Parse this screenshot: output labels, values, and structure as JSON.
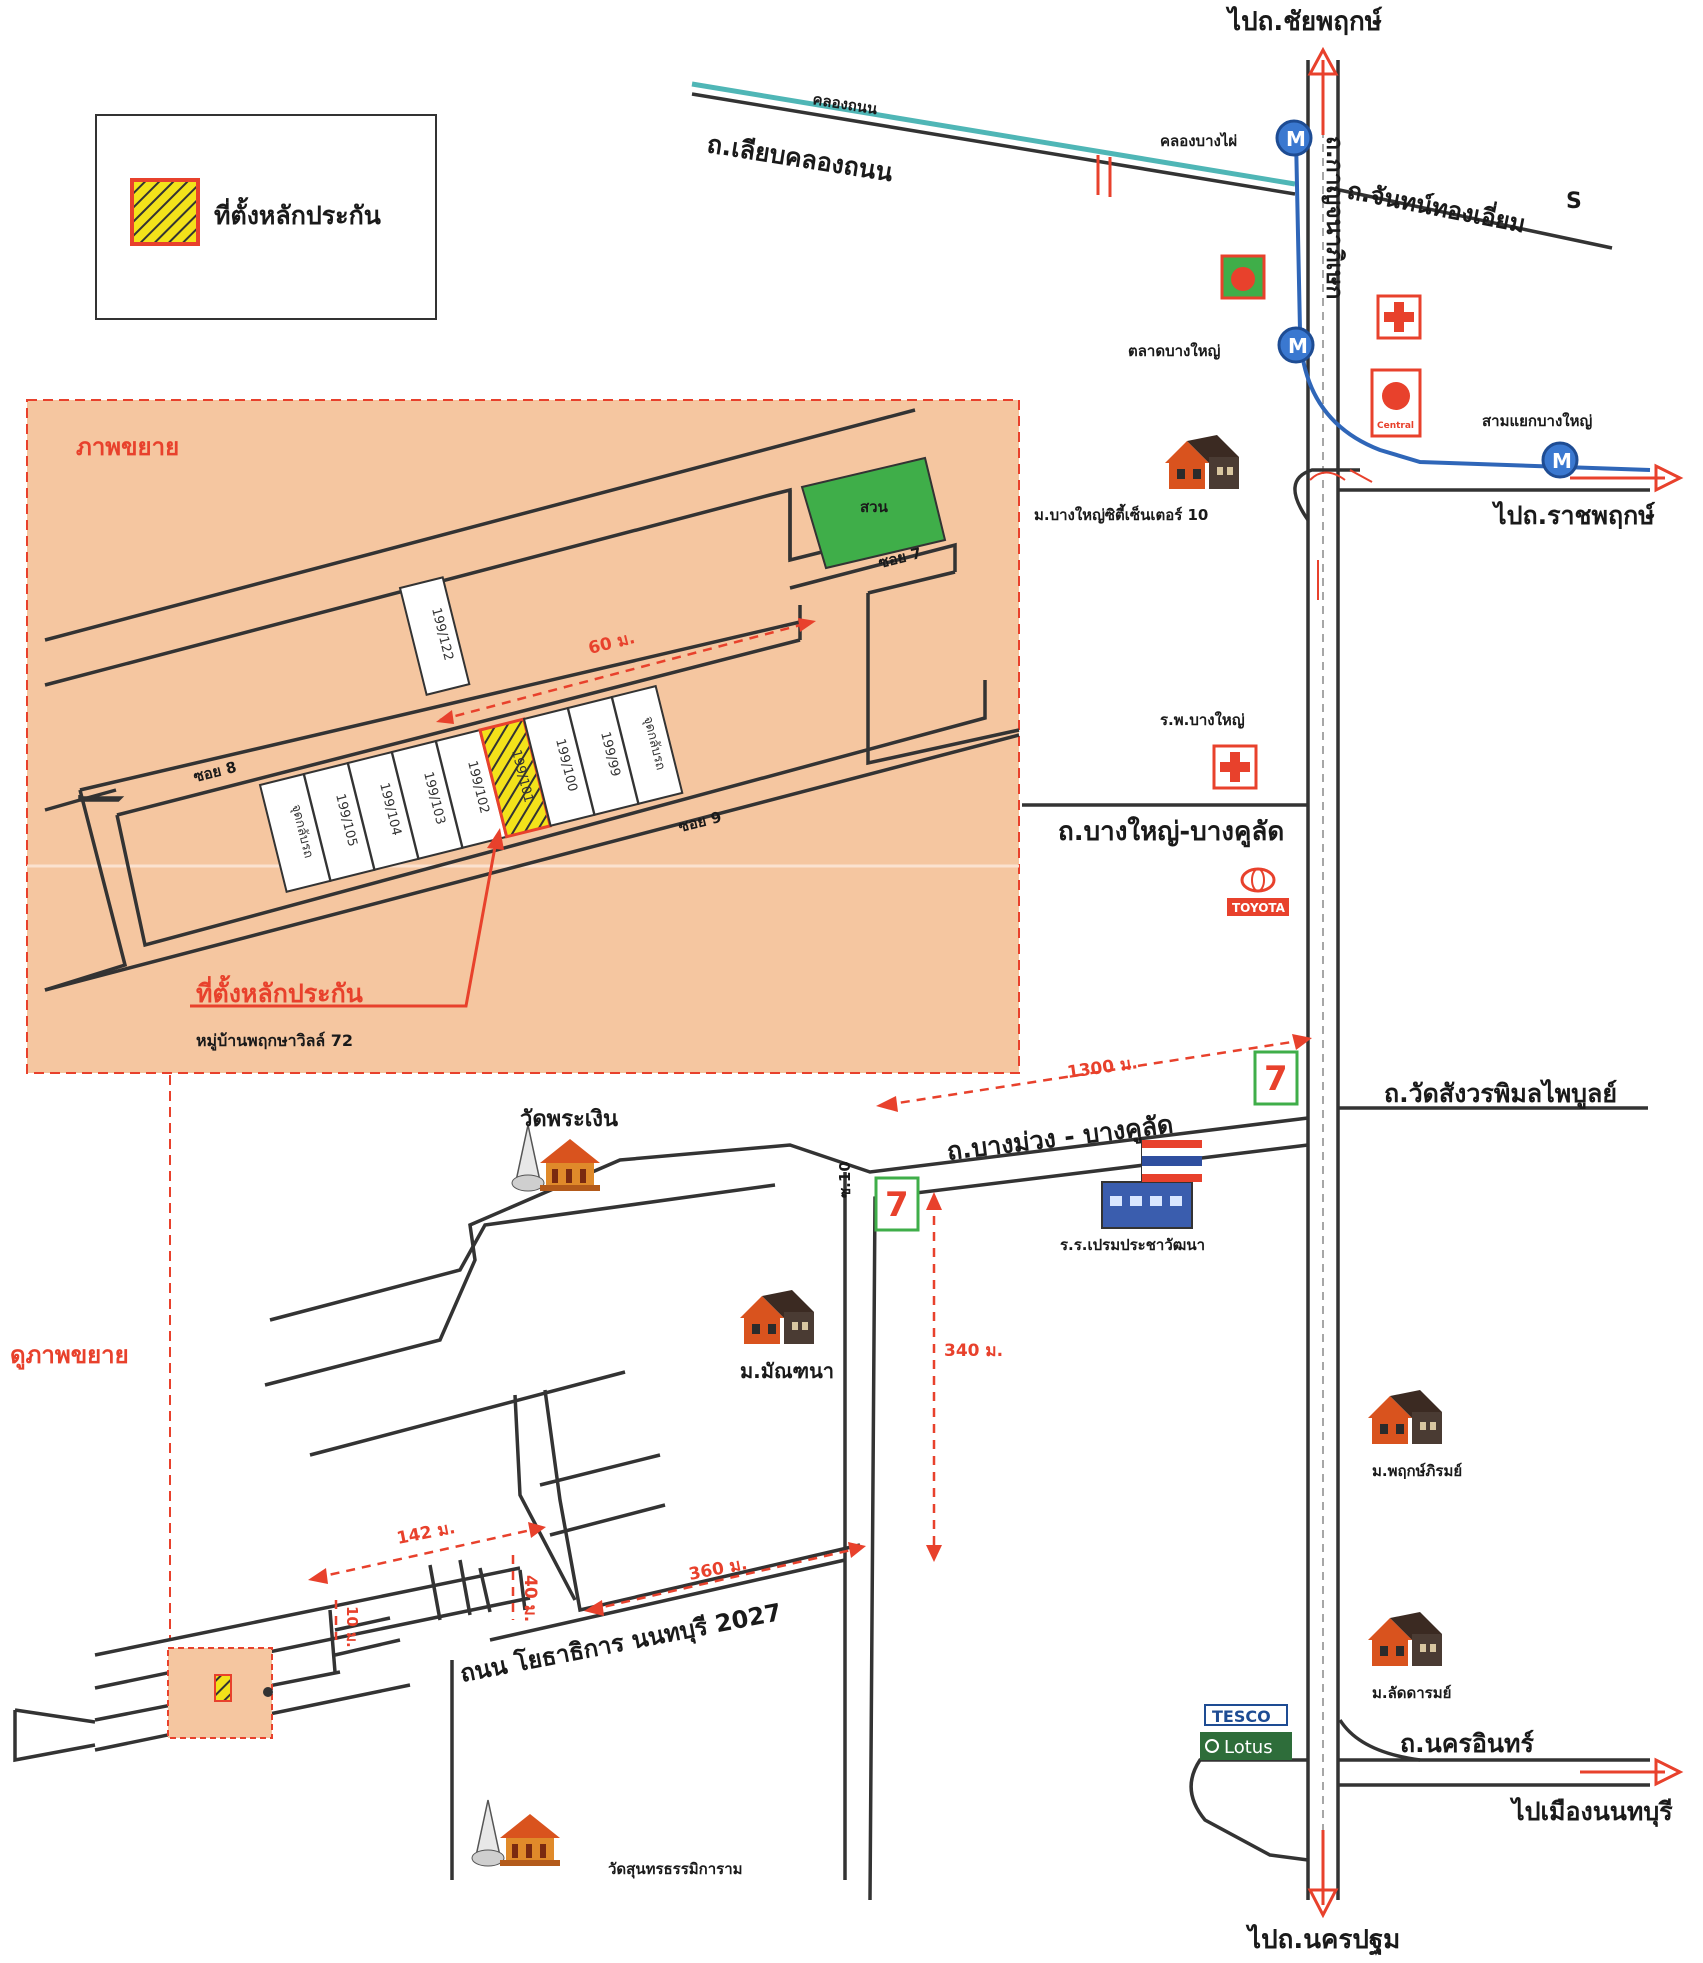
{
  "legend": {
    "label": "ที่ตั้งหลักประกัน"
  },
  "inset": {
    "title": "ภาพขยาย",
    "park": "สวน",
    "soi7": "ซอย 7",
    "soi8": "ซอย 8",
    "soi9": "ซอย 9",
    "dist_60": "60 ม.",
    "lot_top": "199/122",
    "lots": [
      "จุดกลับรถ",
      "199/105",
      "199/104",
      "199/103",
      "199/102",
      "199/101",
      "199/100",
      "199/99",
      "จุดกลับรถ"
    ],
    "pointer_label": "ที่ตั้งหลักประกัน",
    "village": "หมู่บ้านพฤกษาวิลล์ 72"
  },
  "directions": {
    "north": "ไปถ.ชัยพฤกษ์",
    "east_top": "ไปถ.ราชพฤกษ์",
    "east_bottom": "ไปเมืองนนทบุรี",
    "south": "ไปถ.นครปฐม"
  },
  "roads": {
    "canal": "คลองถนน",
    "canal_road": "ถ.เลียบคลองถนน",
    "kanchana": "ถ.กาญจนาภิเษก",
    "chan": "ถ.จันทน์ทองเอี่ยม",
    "bangyai_bangkulad": "ถ.บางใหญ่-บางคูลัด",
    "wat_sangwon": "ถ.วัดสังวรพิมลไพบูลย์",
    "bangmuang": "ถ.บางม่วง - บางคูลัด",
    "nakhon_in": "ถ.นครอินทร์",
    "yotha": "ถนน โยธาธิการ นนทบุรี 2027",
    "soi10": "ซ.10"
  },
  "places": {
    "mrt_khlong": "คลองบางไผ่",
    "market": "ตลาดบางใหญ่",
    "junction": "สามแยกบางใหญ่",
    "citycenter": "ม.บางใหญ่ซิตี้เซ็นเตอร์ 10",
    "hospital": "ร.พ.บางใหญ่",
    "wat_ngoen": "วัดพระเงิน",
    "school": "ร.ร.เปรมประชาวัฒนา",
    "monthana": "ม.มัณฑนา",
    "pruksirom": "ม.พฤกษ์ภิรมย์",
    "laddarom": "ม.ลัดดารมย์",
    "wat_suntorn": "วัดสุนทรธรรมิการาม",
    "see_inset": "ดูภาพขยาย",
    "tesco": "TESCO",
    "lotus": "Lotus",
    "toyota": "TOYOTA",
    "central": "Central",
    "mrt_mark": "M",
    "s_mark": "S",
    "seven": "7"
  },
  "distances": {
    "d1300": "1300 ม.",
    "d340": "340 ม.",
    "d142": "142 ม.",
    "d40": "40 ม.",
    "d360": "360 ม.",
    "d10": "10 ม."
  },
  "colors": {
    "accent_red": "#e8412c",
    "inset_bg": "#f5c6a0",
    "park_green": "#3fae49",
    "mrt_blue": "#2f66b8",
    "canal_teal": "#4fb6b6",
    "hatch_yellow": "#f3e21a"
  }
}
